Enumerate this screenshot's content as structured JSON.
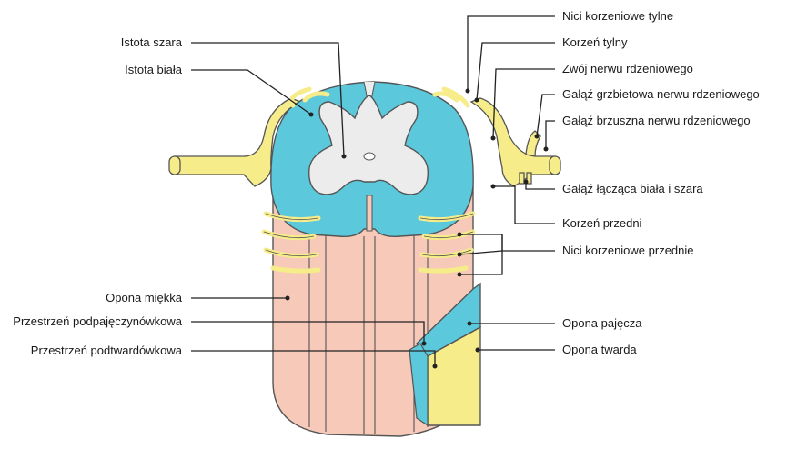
{
  "labels_left": {
    "gray_matter": "Istota szara",
    "white_matter": "Istota biała",
    "pia_mater": "Opona miękka",
    "subarachnoid_space": "Przestrzeń podpajęczynówkowa",
    "subdural_space": "Przestrzeń podtwardówkowa"
  },
  "labels_right": {
    "dorsal_rootlets": "Nici korzeniowe tylne",
    "dorsal_root": "Korzeń tylny",
    "spinal_ganglion": "Zwój nerwu rdzeniowego",
    "dorsal_ramus": "Gałąź grzbietowa nerwu rdzeniowego",
    "ventral_ramus": "Gałąź brzuszna nerwu rdzeniowego",
    "communicating_rami": "Gałąź łącząca biała i szara",
    "ventral_root": "Korzeń przedni",
    "ventral_rootlets": "Nici korzeniowe przednie",
    "arachnoid": "Opona pajęcza",
    "dura_mater": "Opona twarda"
  },
  "colors": {
    "white_matter": "#5bc8dc",
    "gray_matter": "#ececec",
    "cord_body": "#f6c9b8",
    "nerve": "#f7ec8a",
    "arachnoid": "#5bc8dc",
    "dura": "#f7ec8a",
    "leader_lines": "#222222"
  }
}
